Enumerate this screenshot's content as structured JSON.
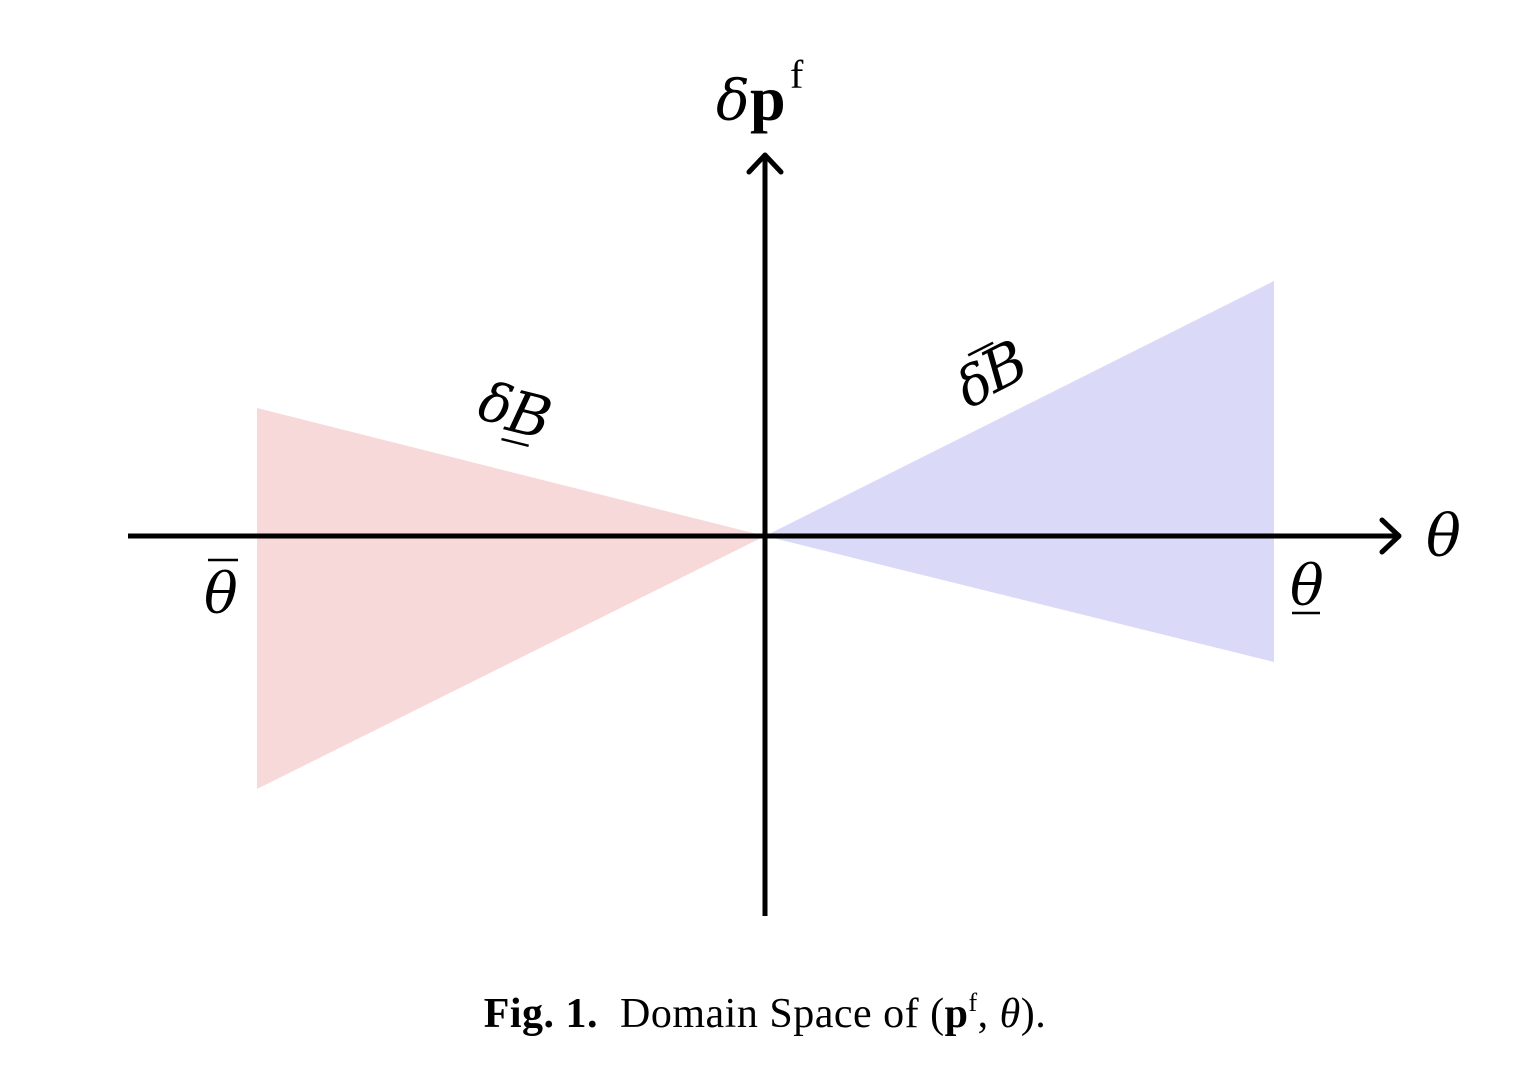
{
  "figure": {
    "axes": {
      "y_label": {
        "symbol": "δ",
        "bold": "p",
        "superscript": "f"
      },
      "x_label": "θ"
    },
    "regions": [
      {
        "name": "lower-bound-region",
        "label_prefix": "δ",
        "label_symbol": "B",
        "label_decoration": "underline",
        "color": "#f7d9da"
      },
      {
        "name": "upper-bound-region",
        "label_prefix": "δ",
        "label_symbol": "B",
        "label_decoration": "overline",
        "color": "#dadaf8"
      }
    ],
    "bound_labels": {
      "left": {
        "symbol": "θ",
        "decoration": "overline"
      },
      "right": {
        "symbol": "θ",
        "decoration": "underline"
      }
    },
    "colors": {
      "axis": "#000000",
      "red_region": "#f7d9da",
      "blue_region": "#dadaf8"
    }
  },
  "caption": {
    "label": "Fig. 1.",
    "text_prefix": "Domain Space of (",
    "bold_symbol": "p",
    "superscript": "f",
    "separator": ", ",
    "italic_symbol": "θ",
    "text_suffix": ")."
  }
}
